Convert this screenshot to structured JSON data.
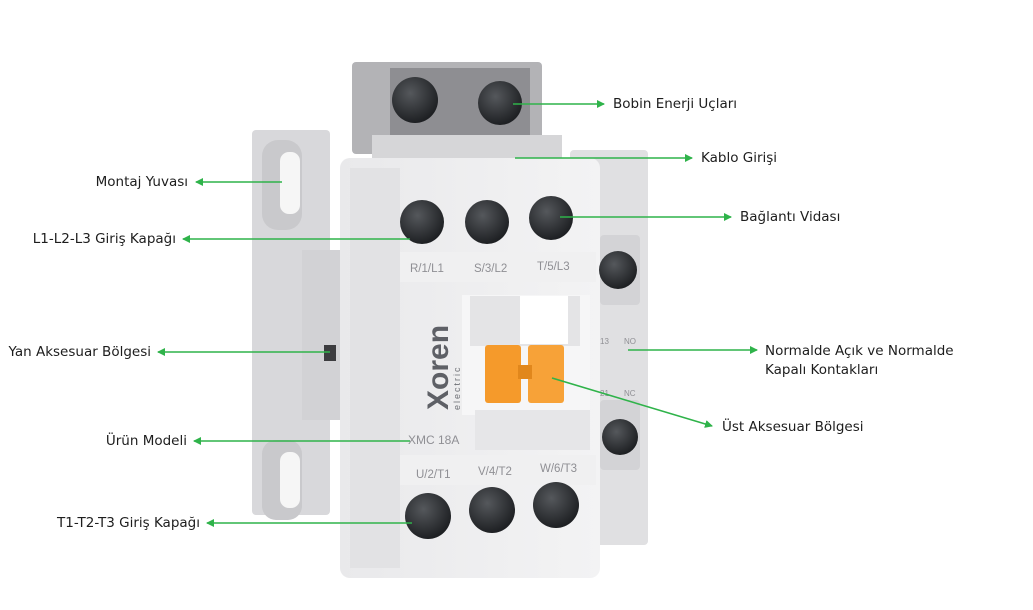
{
  "labels": {
    "coil_terminals": "Bobin Enerji Uçları",
    "cable_entry": "Kablo Girişi",
    "mounting_slot": "Montaj Yuvası",
    "connection_screw": "Bağlantı Vidası",
    "line_input_cover": "L1-L2-L3 Giriş Kapağı",
    "side_accessory": "Yan Aksesuar Bölgesi",
    "contacts_line1": "Normalde Açık ve Normalde",
    "contacts_line2": "Kapalı Kontakları",
    "top_accessory": "Üst Aksesuar Bölgesi",
    "product_model": "Ürün Modeli",
    "load_output_cover": "T1-T2-T3 Giriş Kapağı"
  },
  "device": {
    "brand": "Xoren",
    "brand_sub": "electric",
    "model": "XMC 18A",
    "top_terminals": [
      "R/1/L1",
      "S/3/L2",
      "T/5/L3"
    ],
    "bottom_terminals": [
      "U/2/T1",
      "V/4/T2",
      "W/6/T3"
    ],
    "aux_marks": [
      "13",
      "NO",
      "21",
      "NC"
    ]
  },
  "colors": {
    "arrow": "#2fb34a",
    "body": "#ececec",
    "housing_gray": "#b8b8bb",
    "orange": "#f59a2b",
    "screw": "#2b2d30"
  }
}
